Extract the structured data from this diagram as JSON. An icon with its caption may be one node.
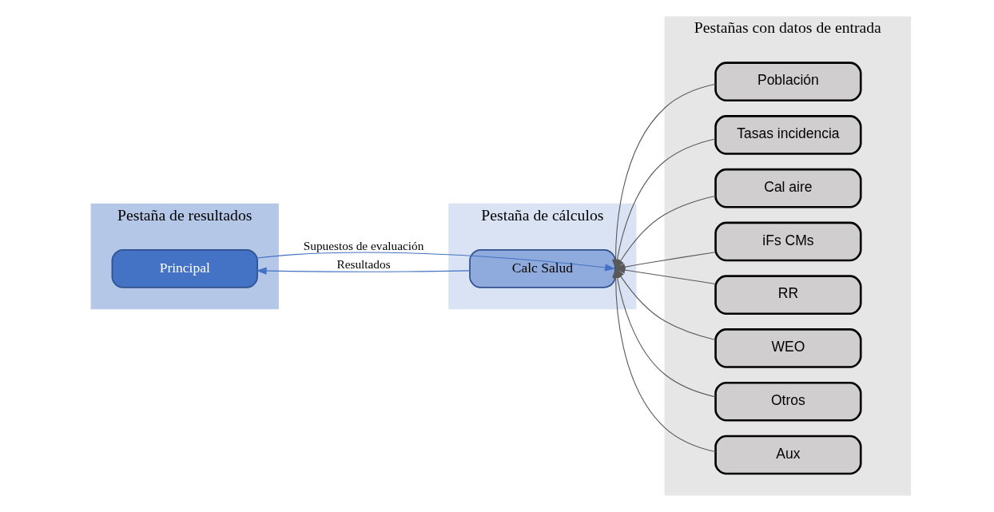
{
  "diagram": {
    "nodes": [
      {
        "text": [
          "Pestaña de resultados"
        ]
      },
      {
        "text": [
          "Pestaña de cálculos"
        ]
      },
      {
        "text": [
          "Principal"
        ],
        "in": 0
      },
      {
        "text": [
          "Calc Salud"
        ],
        "in": 1
      },
      {
        "text": [
          "Pestañas con datos de entrada"
        ]
      },
      {
        "text": [
          "Población"
        ],
        "in": 4
      },
      {
        "text": [
          "Tasas incidencia"
        ],
        "in": 4
      },
      {
        "text": [
          "Cal aire"
        ],
        "in": 4
      },
      {
        "text": [
          "iFs CMs"
        ],
        "in": 4
      },
      {
        "text": [
          "RR"
        ],
        "in": 4
      },
      {
        "text": [
          "WEO"
        ],
        "in": 4
      },
      {
        "text": [
          "Otros"
        ],
        "in": 4
      },
      {
        "text": [
          "Aux"
        ],
        "in": 4
      }
    ],
    "edges": [
      {
        "from": 2,
        "to": 3,
        "arrow": "to",
        "label": "Supuestos de evaluación",
        "color": "#4472c4"
      },
      {
        "from": 3,
        "to": 2,
        "arrow": "to",
        "label": "Resultados",
        "color": "#4472c4"
      },
      {
        "from": 5,
        "to": 3,
        "arrow": "to"
      },
      {
        "from": 6,
        "to": 3,
        "arrow": "to"
      },
      {
        "from": 7,
        "to": 3,
        "arrow": "to"
      },
      {
        "from": 8,
        "to": 3,
        "arrow": "to"
      },
      {
        "from": 9,
        "to": 3,
        "arrow": "to"
      },
      {
        "from": 10,
        "to": 3,
        "arrow": "to"
      },
      {
        "from": 11,
        "to": 3,
        "arrow": "to"
      },
      {
        "from": 12,
        "to": 3,
        "arrow": "to"
      }
    ]
  }
}
